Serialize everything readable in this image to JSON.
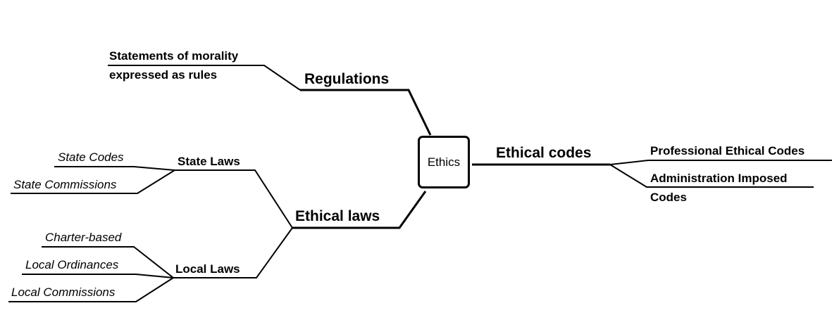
{
  "center": "Ethics",
  "branches": {
    "regulations": {
      "label": "Regulations",
      "children": [
        "Statements of morality",
        "expressed as rules"
      ]
    },
    "ethical_codes": {
      "label": "Ethical codes",
      "children": [
        "Professional Ethical Codes",
        "Administration Imposed",
        "Codes"
      ]
    },
    "ethical_laws": {
      "label": "Ethical laws",
      "state_laws": {
        "label": "State Laws",
        "children": [
          "State Codes",
          "State Commissions"
        ]
      },
      "local_laws": {
        "label": "Local Laws",
        "children": [
          "Charter-based",
          "Local Ordinances",
          "Local Commissions"
        ]
      }
    }
  }
}
